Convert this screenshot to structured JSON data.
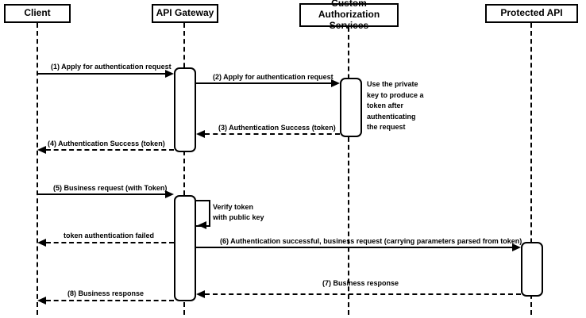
{
  "diagram": {
    "type": "sequence-diagram",
    "colors": {
      "line": "#000000",
      "fill": "#ffffff",
      "text": "#000000",
      "background": "#ffffff"
    },
    "participants": {
      "client": "Client",
      "api_gateway": "API Gateway",
      "custom_auth": "Custom Authorization\nServices",
      "protected_api": "Protected API"
    },
    "messages": {
      "m1": "(1) Apply for authentication request",
      "m2": "(2) Apply for authentication request",
      "m3": "(3) Authentication Success (token)",
      "m4": "(4) Authentication Success (token)",
      "m5": "(5) Business request (with Token)",
      "m6": "token authentication failed",
      "m7": "(6) Authentication successful, business request (carrying parameters parsed from token)",
      "m8": "(7) Business response",
      "m9": "(8) Business response"
    },
    "self_message": "Verify token\nwith public key",
    "note": "Use the private\nkey to produce a\ntoken after\nauthenticating\nthe request"
  }
}
